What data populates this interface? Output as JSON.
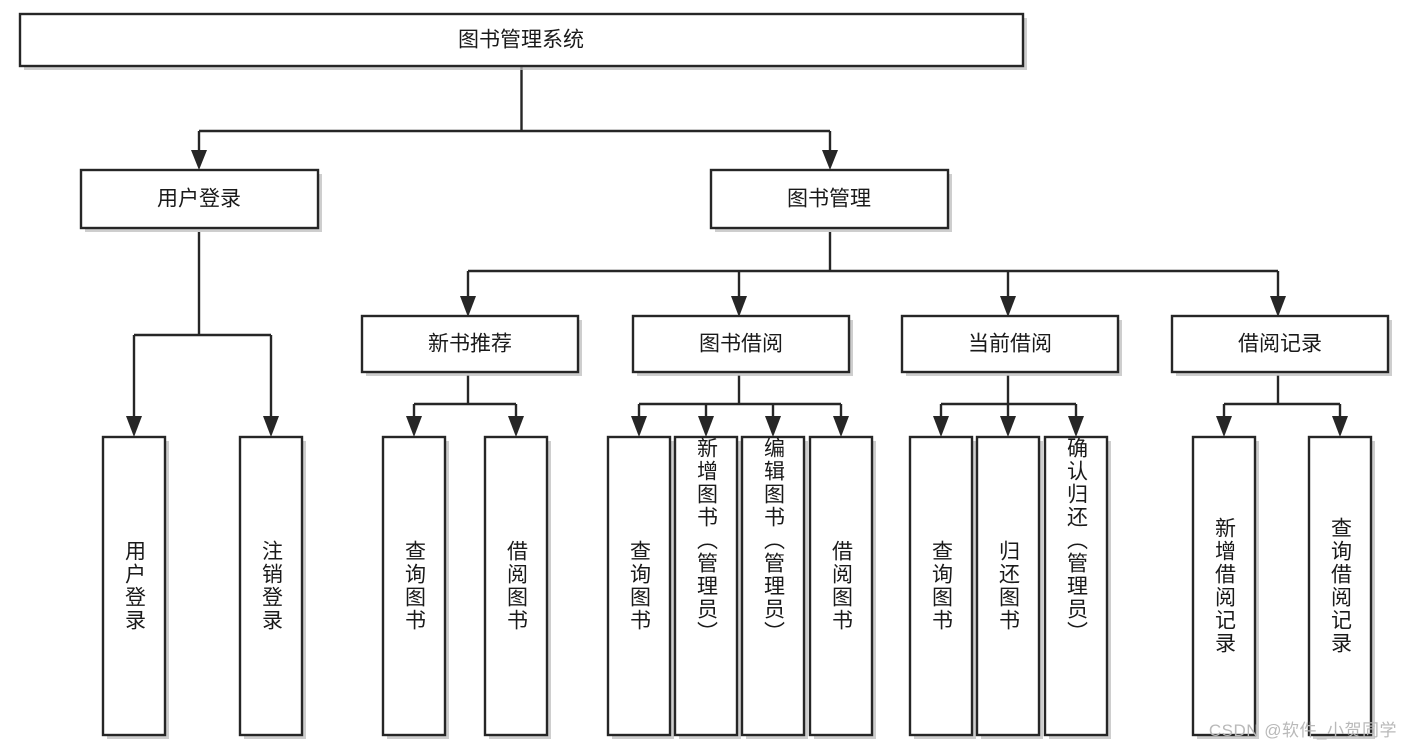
{
  "diagram": {
    "title": "图书管理系统",
    "watermark": "CSDN @软件_小贺同学",
    "type": "tree-hierarchy-diagram",
    "nodes": {
      "root": {
        "label": "图书管理系统"
      },
      "level2": [
        {
          "id": "user-login",
          "label": "用户登录"
        },
        {
          "id": "book-management",
          "label": "图书管理"
        }
      ],
      "level3": [
        {
          "id": "new-book-recommend",
          "label": "新书推荐"
        },
        {
          "id": "book-borrow",
          "label": "图书借阅"
        },
        {
          "id": "current-borrow",
          "label": "当前借阅"
        },
        {
          "id": "borrow-record",
          "label": "借阅记录"
        }
      ],
      "leaves": {
        "user-login": [
          {
            "id": "leaf-user-login",
            "label": "用户登录"
          },
          {
            "id": "leaf-logout-login",
            "label": "注销登录"
          }
        ],
        "new-book-recommend": [
          {
            "id": "leaf-query-book-1",
            "label": "查询图书"
          },
          {
            "id": "leaf-borrow-book-1",
            "label": "借阅图书"
          }
        ],
        "book-borrow": [
          {
            "id": "leaf-query-book-2",
            "label": "查询图书"
          },
          {
            "id": "leaf-add-book",
            "label": "新增图书（管理员）"
          },
          {
            "id": "leaf-edit-book",
            "label": "编辑图书（管理员）"
          },
          {
            "id": "leaf-borrow-book-2",
            "label": "借阅图书"
          }
        ],
        "current-borrow": [
          {
            "id": "leaf-query-book-3",
            "label": "查询图书"
          },
          {
            "id": "leaf-return-book",
            "label": "归还图书"
          },
          {
            "id": "leaf-confirm-return",
            "label": "确认归还（管理员）"
          }
        ],
        "borrow-record": [
          {
            "id": "leaf-add-borrow-record",
            "label": "新增借阅记录"
          },
          {
            "id": "leaf-query-borrow-record",
            "label": "查询借阅记录"
          }
        ]
      }
    },
    "colors": {
      "stroke": "#262626",
      "fill": "#ffffff",
      "text": "#1a1a1a",
      "watermark": "#b9b9b9"
    }
  }
}
